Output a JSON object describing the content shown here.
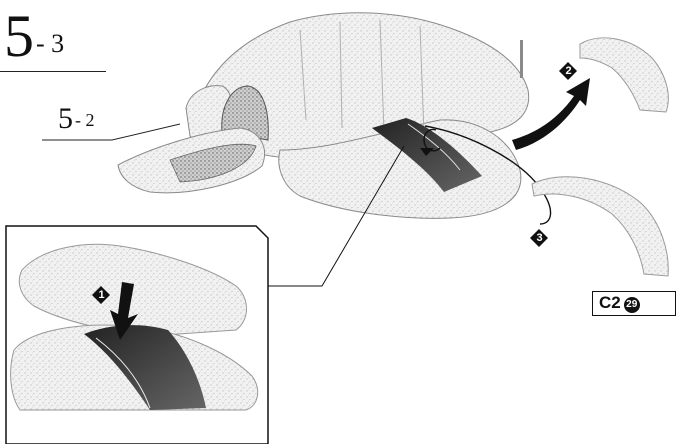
{
  "step": {
    "main": "5",
    "main_sub": "- 3",
    "ref": "5",
    "ref_sub": "- 2"
  },
  "markers": [
    "1",
    "2",
    "3"
  ],
  "part": {
    "code": "C2",
    "number": "29"
  }
}
